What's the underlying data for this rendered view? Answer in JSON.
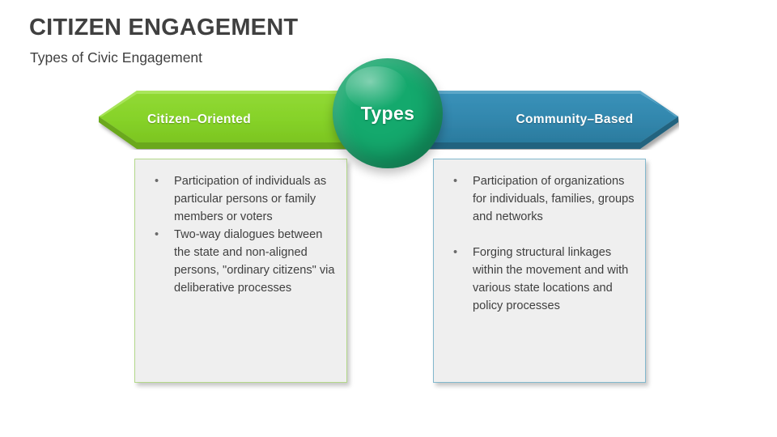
{
  "slide": {
    "title": "CITIZEN ENGAGEMENT",
    "subtitle": "Types of Civic Engagement"
  },
  "center": {
    "label": "Types",
    "icon": "sphere-shape",
    "color": "#14a96d"
  },
  "branches": [
    {
      "id": "citizen-oriented",
      "banner_label": "Citizen–Oriented",
      "banner_color": "#86d229",
      "banner_dark_color": "#6aa81f",
      "panel_border_color": "#b3d98a",
      "panel_fill_color": "#efefef",
      "direction": "left",
      "bullets": [
        {
          "marker": "•",
          "text": "Participation of individuals as particular persons or family members or voters"
        },
        {
          "marker": "•",
          "text": "Two-way dialogues between the state and non-aligned persons, \"ordinary citizens\" via deliberative processes"
        }
      ]
    },
    {
      "id": "community-based",
      "banner_label": "Community–Based",
      "banner_color": "#3287ad",
      "banner_dark_color": "#22637f",
      "panel_border_color": "#82b8cd",
      "panel_fill_color": "#efefef",
      "direction": "right",
      "bullets": [
        {
          "marker": "•",
          "text": "Participation of organizations for individuals, families, groups and networks"
        },
        {
          "marker": "•",
          "text": "Forging structural linkages within the movement and with various state locations and policy processes"
        }
      ]
    }
  ]
}
